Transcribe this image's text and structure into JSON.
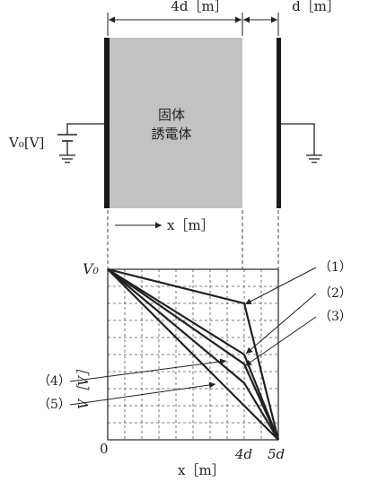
{
  "dims": {
    "top_width": "4d［m］",
    "top_gap": "d［m］"
  },
  "dielectric": {
    "line1": "固体",
    "line2": "誘電体"
  },
  "source": {
    "voltage_label": "V₀[V]"
  },
  "x_axis_top": {
    "label": "x［m］"
  },
  "graph": {
    "y_top_label": "V₀",
    "y_axis_label": "V［V］",
    "origin": "0",
    "tick_4d": "4d",
    "tick_5d": "5d",
    "x_axis_label": "x［m］",
    "curve_labels": [
      "（1）",
      "（2）",
      "（3）",
      "（4）",
      "（5）"
    ]
  },
  "curves": [
    {
      "id": "1",
      "knee_v_fraction": 0.8
    },
    {
      "id": "2",
      "knee_v_fraction": 0.5
    },
    {
      "id": "3",
      "knee_v_fraction": 0.444
    },
    {
      "id": "4",
      "knee_v_fraction": 0.333
    },
    {
      "id": "5",
      "knee_v_fraction": 0.2
    }
  ]
}
